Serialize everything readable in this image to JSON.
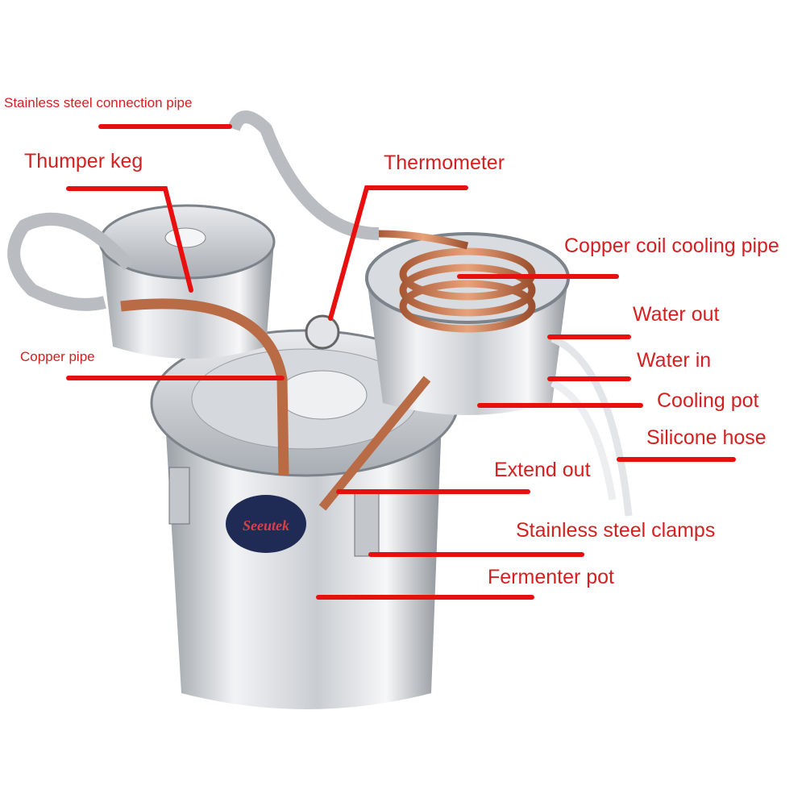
{
  "title": "Distiller parts diagram",
  "accent_color": "#e80f0f",
  "brand_logo_text": "Seeutek",
  "labels": {
    "connection_pipe": "Stainless steel connection pipe",
    "thumper_keg": "Thumper keg",
    "thermometer": "Thermometer",
    "copper_coil": "Copper coil cooling pipe",
    "water_out": "Water out",
    "water_in": "Water in",
    "copper_pipe": "Copper pipe",
    "cooling_pot": "Cooling pot",
    "silicone_hose": "Silicone hose",
    "extend_out": "Extend out",
    "clamps": "Stainless steel clamps",
    "fermenter_pot": "Fermenter pot"
  }
}
